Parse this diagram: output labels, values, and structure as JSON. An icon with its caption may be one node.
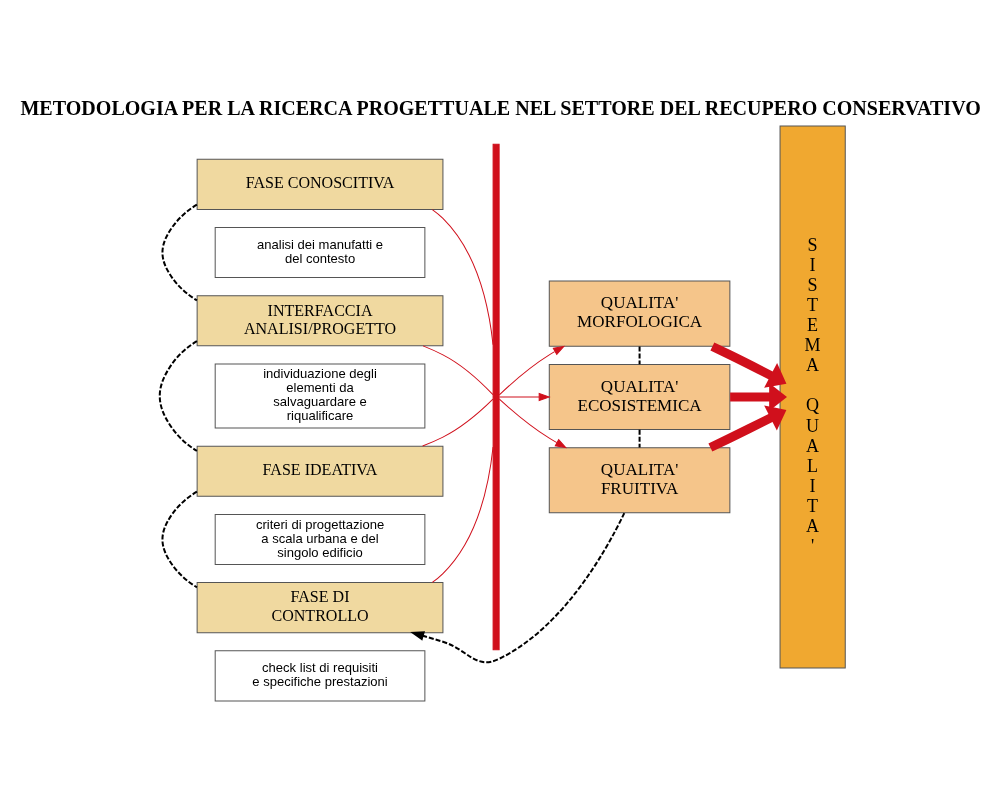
{
  "diagram": {
    "title": "METODOLOGIA PER LA RICERCA PROGETTUALE NEL SETTORE DEL RECUPERO CONSERVATIVO",
    "nodes": [
      {
        "text": [
          "FASE CONOSCITIVA"
        ]
      },
      {
        "text": [
          "analisi dei manufatti e del contesto"
        ]
      },
      {
        "text": [
          "INTERFACCIA ANALISI/PROGETTO"
        ]
      },
      {
        "text": [
          "individuazione degli elementi da salvaguardare e riqualificare"
        ]
      },
      {
        "text": [
          "FASE IDEATIVA"
        ]
      },
      {
        "text": [
          "criteri di progettazione a scala urbana e del singolo edificio"
        ]
      },
      {
        "text": [
          "FASE DI CONTROLLO"
        ]
      },
      {
        "text": [
          "check list di requisiti e specifiche prestazioni"
        ]
      },
      {
        "text": [],
        "shape": "bar"
      },
      {
        "text": [
          "QUALITA' MORFOLOGICA"
        ]
      },
      {
        "text": [
          "QUALITA' ECOSISTEMICA"
        ]
      },
      {
        "text": [
          "QUALITA' FRUITIVA"
        ]
      },
      {
        "text": [
          "SISTEMA QUALITA'"
        ]
      }
    ],
    "edges": [
      {
        "from": 0,
        "to": 8,
        "arrow": "none"
      },
      {
        "from": 2,
        "to": 8,
        "arrow": "none"
      },
      {
        "from": 4,
        "to": 8,
        "arrow": "none"
      },
      {
        "from": 6,
        "to": 8,
        "arrow": "none"
      },
      {
        "from": 8,
        "to": 9,
        "arrow": "to"
      },
      {
        "from": 8,
        "to": 10,
        "arrow": "to"
      },
      {
        "from": 8,
        "to": 11,
        "arrow": "to"
      },
      {
        "from": 9,
        "to": 12,
        "arrow": "to",
        "style": "thick"
      },
      {
        "from": 10,
        "to": 12,
        "arrow": "to",
        "style": "thick"
      },
      {
        "from": 11,
        "to": 12,
        "arrow": "to",
        "style": "thick"
      },
      {
        "from": 0,
        "to": 2,
        "arrow": "none",
        "style": "dashed",
        "color": "#000000"
      },
      {
        "from": 2,
        "to": 4,
        "arrow": "none",
        "style": "dashed",
        "color": "#000000"
      },
      {
        "from": 4,
        "to": 6,
        "arrow": "none",
        "style": "dashed",
        "color": "#000000"
      },
      {
        "from": 9,
        "to": 10,
        "arrow": "none",
        "style": "dashed",
        "color": "#000000"
      },
      {
        "from": 10,
        "to": 11,
        "arrow": "none",
        "style": "dashed",
        "color": "#000000"
      },
      {
        "from": 11,
        "to": 6,
        "arrow": "to",
        "style": "dashed",
        "color": "#000000"
      }
    ]
  }
}
